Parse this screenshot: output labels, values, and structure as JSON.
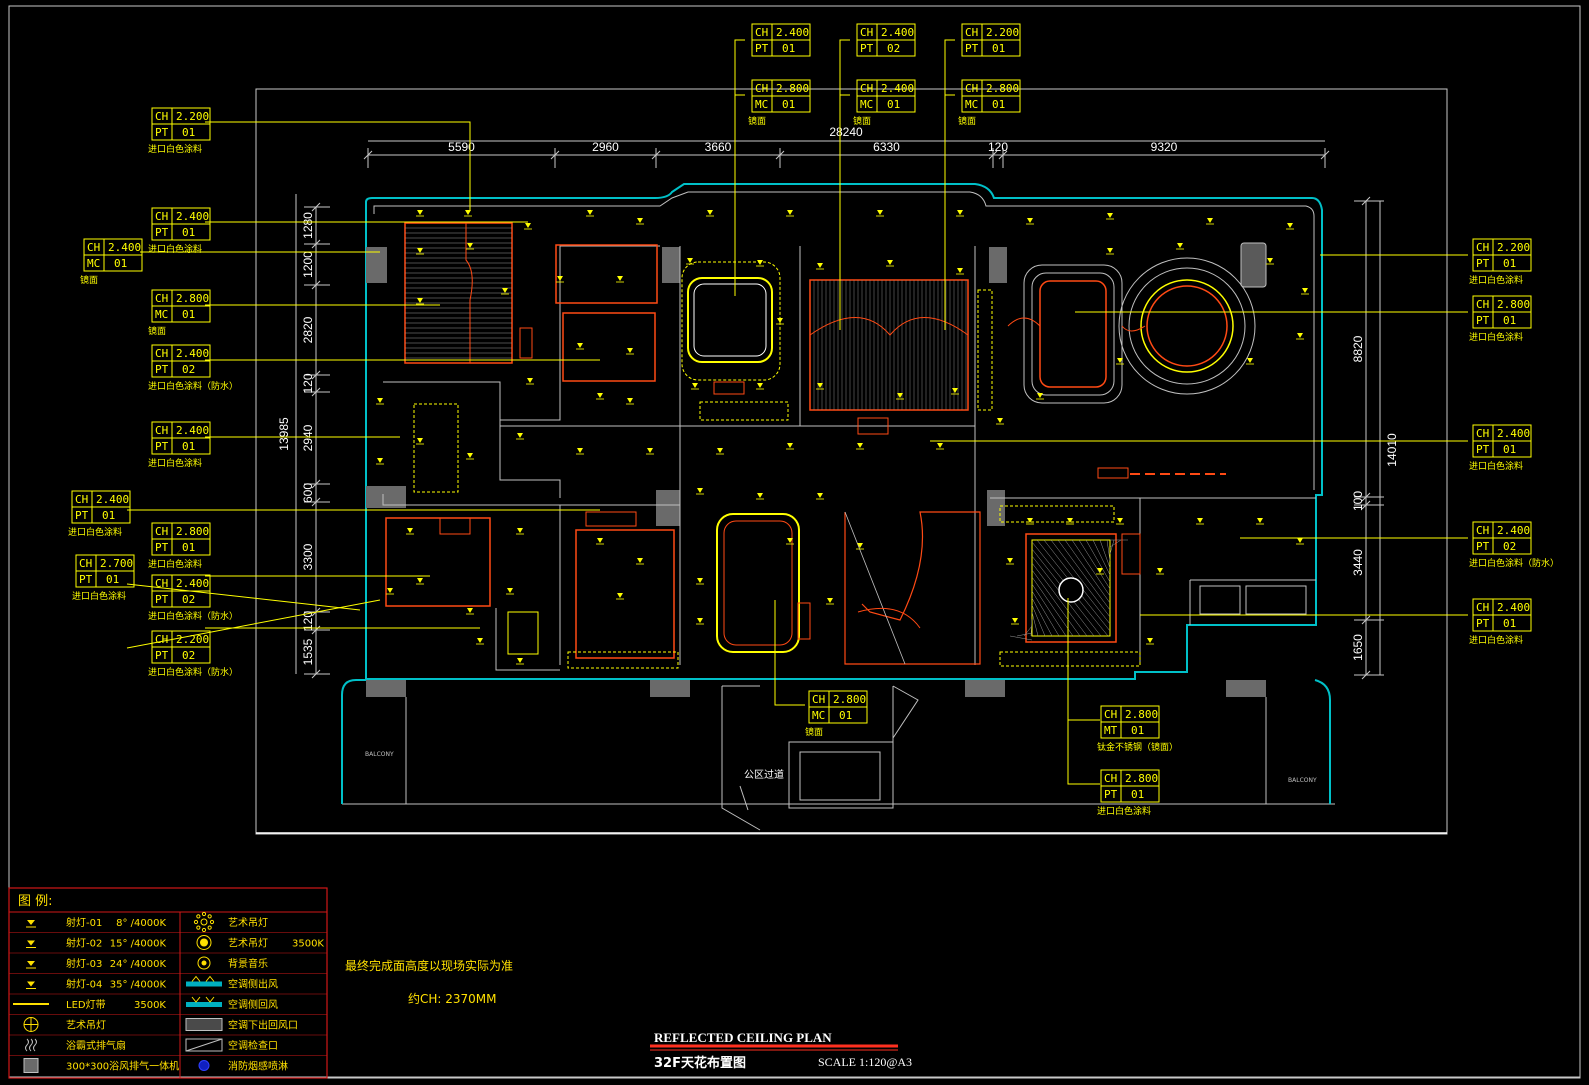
{
  "dimensions": {
    "total_width": "28240",
    "top": [
      "5590",
      "2960",
      "3660",
      "6330",
      "120",
      "9320"
    ],
    "left": [
      "1280",
      "1200",
      "2820",
      "120",
      "2940",
      "600",
      "3300",
      "120",
      "1535"
    ],
    "left_total": "13985",
    "right": [
      "8820",
      "100",
      "3440",
      "1650"
    ],
    "right_total": "14010"
  },
  "tags": [
    {
      "code1": "CH",
      "val1": "2.400",
      "code2": "PT",
      "val2": "01",
      "note": ""
    },
    {
      "code1": "CH",
      "val1": "2.400",
      "code2": "PT",
      "val2": "02",
      "note": ""
    },
    {
      "code1": "CH",
      "val1": "2.200",
      "code2": "PT",
      "val2": "01",
      "note": ""
    },
    {
      "code1": "CH",
      "val1": "2.800",
      "code2": "MC",
      "val2": "01",
      "note": "镜面"
    },
    {
      "code1": "CH",
      "val1": "2.400",
      "code2": "MC",
      "val2": "01",
      "note": "镜面"
    },
    {
      "code1": "CH",
      "val1": "2.800",
      "code2": "MC",
      "val2": "01",
      "note": "镜面"
    },
    {
      "code1": "CH",
      "val1": "2.200",
      "code2": "PT",
      "val2": "01",
      "note": "进口白色涂料"
    },
    {
      "code1": "CH",
      "val1": "2.400",
      "code2": "PT",
      "val2": "01",
      "note": "进口白色涂料"
    },
    {
      "code1": "CH",
      "val1": "2.400",
      "code2": "MC",
      "val2": "01",
      "note": "镜面"
    },
    {
      "code1": "CH",
      "val1": "2.800",
      "code2": "MC",
      "val2": "01",
      "note": "镜面"
    },
    {
      "code1": "CH",
      "val1": "2.400",
      "code2": "PT",
      "val2": "02",
      "note": "进口白色涂料（防水）"
    },
    {
      "code1": "CH",
      "val1": "2.400",
      "code2": "PT",
      "val2": "01",
      "note": "进口白色涂料"
    },
    {
      "code1": "CH",
      "val1": "2.400",
      "code2": "PT",
      "val2": "01",
      "note": "进口白色涂料"
    },
    {
      "code1": "CH",
      "val1": "2.800",
      "code2": "PT",
      "val2": "01",
      "note": "进口白色涂料"
    },
    {
      "code1": "CH",
      "val1": "2.700",
      "code2": "PT",
      "val2": "01",
      "note": "进口白色涂料"
    },
    {
      "code1": "CH",
      "val1": "2.400",
      "code2": "PT",
      "val2": "02",
      "note": "进口白色涂料（防水）"
    },
    {
      "code1": "CH",
      "val1": "2.200",
      "code2": "PT",
      "val2": "02",
      "note": "进口白色涂料（防水）"
    },
    {
      "code1": "CH",
      "val1": "2.200",
      "code2": "PT",
      "val2": "01",
      "note": "进口白色涂料"
    },
    {
      "code1": "CH",
      "val1": "2.800",
      "code2": "PT",
      "val2": "01",
      "note": "进口白色涂料"
    },
    {
      "code1": "CH",
      "val1": "2.400",
      "code2": "PT",
      "val2": "01",
      "note": "进口白色涂料"
    },
    {
      "code1": "CH",
      "val1": "2.400",
      "code2": "PT",
      "val2": "02",
      "note": "进口白色涂料（防水）"
    },
    {
      "code1": "CH",
      "val1": "2.400",
      "code2": "PT",
      "val2": "01",
      "note": "进口白色涂料"
    },
    {
      "code1": "CH",
      "val1": "2.800",
      "code2": "MC",
      "val2": "01",
      "note": "镜面"
    },
    {
      "code1": "CH",
      "val1": "2.800",
      "code2": "MT",
      "val2": "01",
      "note": "钛金不锈钢（镜面）"
    },
    {
      "code1": "CH",
      "val1": "2.800",
      "code2": "PT",
      "val2": "01",
      "note": "进口白色涂料"
    }
  ],
  "room_labels": {
    "public_corridor": "公区过道",
    "balcony_left": "BALCONY",
    "balcony_right": "BALCONY"
  },
  "legend": {
    "title": "图  例:",
    "left": [
      {
        "icon": "spotlight-icon",
        "label": "射灯-01",
        "spec": "8° /4000K"
      },
      {
        "icon": "spotlight-icon",
        "label": "射灯-02",
        "spec": "15° /4000K"
      },
      {
        "icon": "spotlight-icon",
        "label": "射灯-03",
        "spec": "24° /4000K"
      },
      {
        "icon": "spotlight-icon",
        "label": "射灯-04",
        "spec": "35° /4000K"
      },
      {
        "icon": "led-strip-icon",
        "label": "LED灯带",
        "spec": "3500K"
      },
      {
        "icon": "pendant-lamp-icon",
        "label": "艺术吊灯",
        "spec": ""
      },
      {
        "icon": "heater-icon",
        "label": "浴霸式排气扇",
        "spec": ""
      },
      {
        "icon": "exhaust-fan-icon",
        "label": "300*300浴风排气一体机",
        "spec": ""
      }
    ],
    "right": [
      {
        "icon": "chandelier-icon",
        "label": "艺术吊灯",
        "spec": ""
      },
      {
        "icon": "ceiling-lamp-icon",
        "label": "艺术吊灯",
        "spec": "3500K"
      },
      {
        "icon": "speaker-icon",
        "label": "背景音乐",
        "spec": ""
      },
      {
        "icon": "ac-side-outlet-icon",
        "label": "空调侧出风",
        "spec": ""
      },
      {
        "icon": "ac-side-return-icon",
        "label": "空调侧回风",
        "spec": ""
      },
      {
        "icon": "ac-down-return-icon",
        "label": "空调下出回风口",
        "spec": ""
      },
      {
        "icon": "ac-access-icon",
        "label": "空调检查口",
        "spec": ""
      },
      {
        "icon": "sprinkler-icon",
        "label": "消防烟感喷淋",
        "spec": ""
      }
    ]
  },
  "notes": {
    "line1": "最终完成面高度以现场实际为准",
    "line2": "约CH: 2370MM"
  },
  "title_block": {
    "title_en": "REFLECTED CEILING PLAN",
    "title_cn": "32F天花布置图",
    "scale": "SCALE   1:120@A3"
  },
  "colors": {
    "background": "#000000",
    "text": "#ffff00",
    "wall": "#c0c0c0",
    "outline": "#00c8d0",
    "ceiling_edge": "#ff4a14",
    "lamp": "#ffff00",
    "legend_border": "#d01818"
  }
}
